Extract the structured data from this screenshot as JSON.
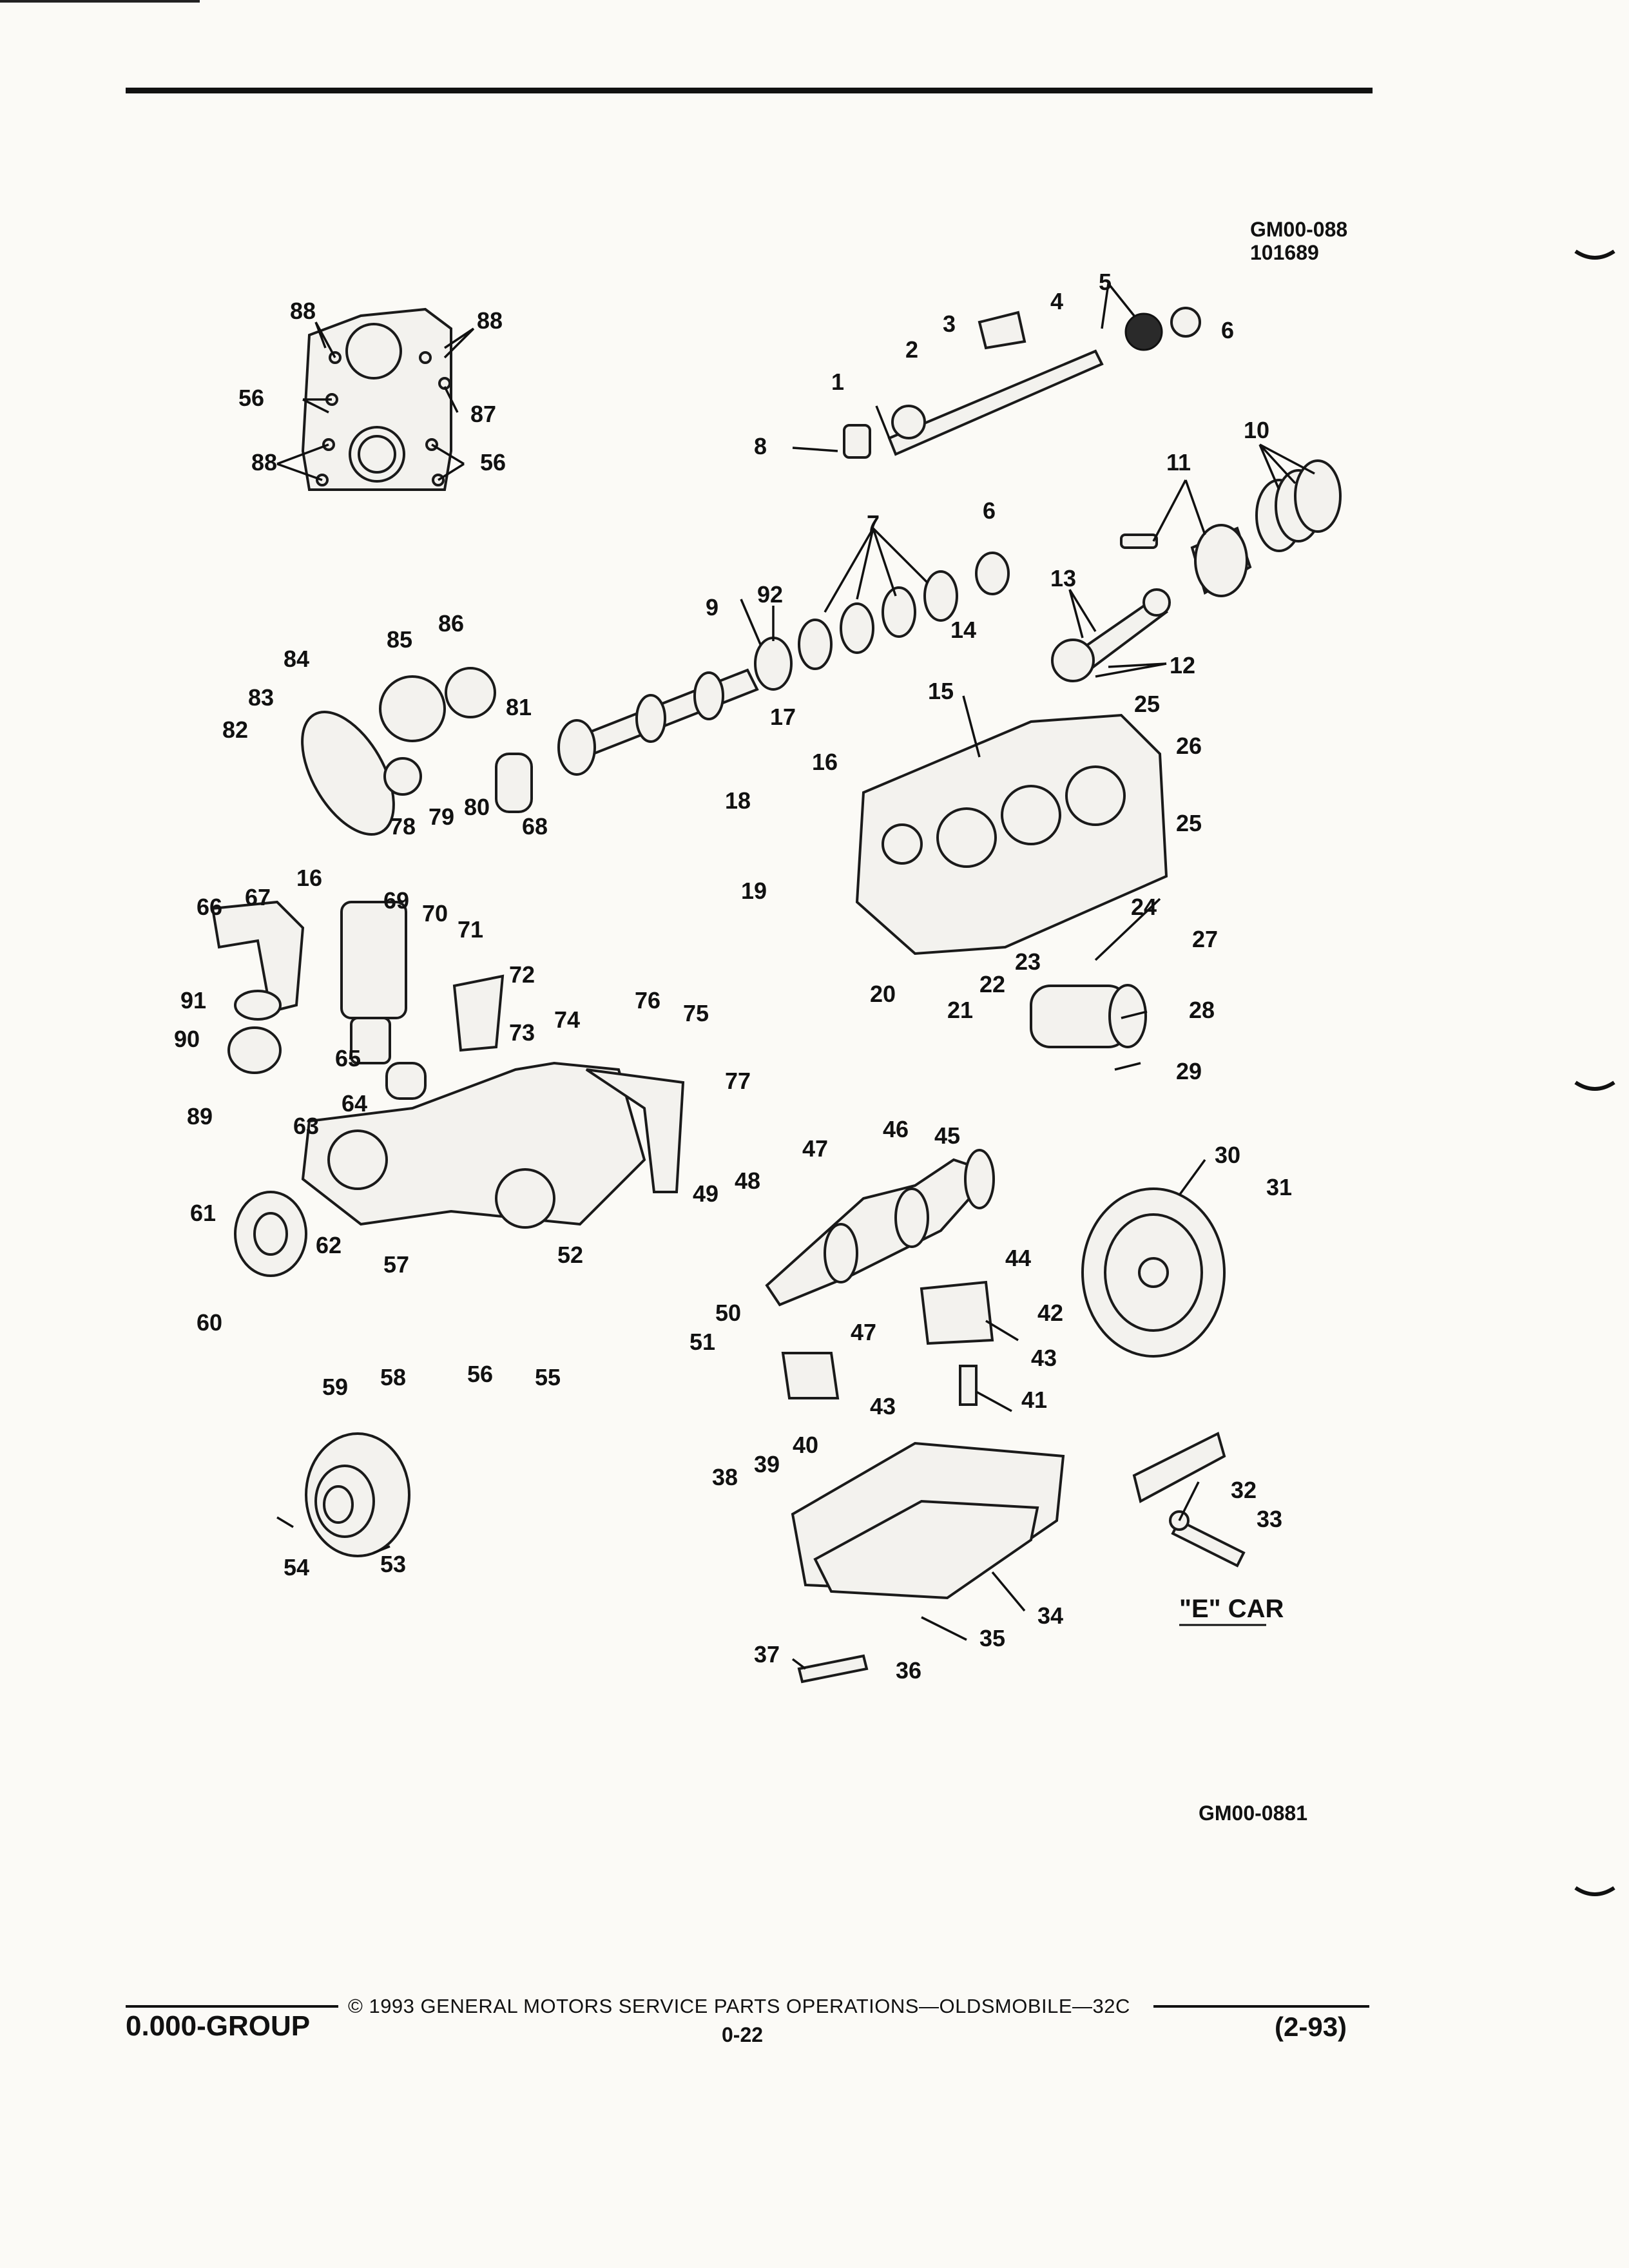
{
  "header": {
    "ref_code": "GM00-088",
    "ref_number": "101689"
  },
  "diagram": {
    "bottom_ref": "GM00-0881",
    "variant_label": "\"E\" CAR",
    "callouts": [
      {
        "id": 1,
        "text": "1"
      },
      {
        "id": 2,
        "text": "2"
      },
      {
        "id": 3,
        "text": "3"
      },
      {
        "id": 4,
        "text": "4"
      },
      {
        "id": 5,
        "text": "5"
      },
      {
        "id": 6,
        "text": "6"
      },
      {
        "id": 61,
        "text": "6"
      },
      {
        "id": 7,
        "text": "7"
      },
      {
        "id": 8,
        "text": "8"
      },
      {
        "id": 9,
        "text": "9"
      },
      {
        "id": 10,
        "text": "10"
      },
      {
        "id": 11,
        "text": "11"
      },
      {
        "id": 12,
        "text": "12"
      },
      {
        "id": 13,
        "text": "13"
      },
      {
        "id": 14,
        "text": "14"
      },
      {
        "id": 15,
        "text": "15"
      },
      {
        "id": 16,
        "text": "16"
      },
      {
        "id": 161,
        "text": "16"
      },
      {
        "id": 17,
        "text": "17"
      },
      {
        "id": 18,
        "text": "18"
      },
      {
        "id": 19,
        "text": "19"
      },
      {
        "id": 20,
        "text": "20"
      },
      {
        "id": 21,
        "text": "21"
      },
      {
        "id": 22,
        "text": "22"
      },
      {
        "id": 23,
        "text": "23"
      },
      {
        "id": 24,
        "text": "24"
      },
      {
        "id": 25,
        "text": "25"
      },
      {
        "id": 251,
        "text": "25"
      },
      {
        "id": 26,
        "text": "26"
      },
      {
        "id": 27,
        "text": "27"
      },
      {
        "id": 28,
        "text": "28"
      },
      {
        "id": 29,
        "text": "29"
      },
      {
        "id": 30,
        "text": "30"
      },
      {
        "id": 31,
        "text": "31"
      },
      {
        "id": 32,
        "text": "32"
      },
      {
        "id": 33,
        "text": "33"
      },
      {
        "id": 34,
        "text": "34"
      },
      {
        "id": 35,
        "text": "35"
      },
      {
        "id": 36,
        "text": "36"
      },
      {
        "id": 37,
        "text": "37"
      },
      {
        "id": 38,
        "text": "38"
      },
      {
        "id": 39,
        "text": "39"
      },
      {
        "id": 40,
        "text": "40"
      },
      {
        "id": 41,
        "text": "41"
      },
      {
        "id": 42,
        "text": "42"
      },
      {
        "id": 43,
        "text": "43"
      },
      {
        "id": 431,
        "text": "43"
      },
      {
        "id": 44,
        "text": "44"
      },
      {
        "id": 45,
        "text": "45"
      },
      {
        "id": 46,
        "text": "46"
      },
      {
        "id": 47,
        "text": "47"
      },
      {
        "id": 471,
        "text": "47"
      },
      {
        "id": 48,
        "text": "48"
      },
      {
        "id": 49,
        "text": "49"
      },
      {
        "id": 50,
        "text": "50"
      },
      {
        "id": 51,
        "text": "51"
      },
      {
        "id": 52,
        "text": "52"
      },
      {
        "id": 53,
        "text": "53"
      },
      {
        "id": 54,
        "text": "54"
      },
      {
        "id": 55,
        "text": "55"
      },
      {
        "id": 56,
        "text": "56"
      },
      {
        "id": 561,
        "text": "56"
      },
      {
        "id": 562,
        "text": "56"
      },
      {
        "id": 57,
        "text": "57"
      },
      {
        "id": 58,
        "text": "58"
      },
      {
        "id": 59,
        "text": "59"
      },
      {
        "id": 60,
        "text": "60"
      },
      {
        "id": 611,
        "text": "61"
      },
      {
        "id": 62,
        "text": "62"
      },
      {
        "id": 63,
        "text": "63"
      },
      {
        "id": 64,
        "text": "64"
      },
      {
        "id": 65,
        "text": "65"
      },
      {
        "id": 66,
        "text": "66"
      },
      {
        "id": 67,
        "text": "67"
      },
      {
        "id": 68,
        "text": "68"
      },
      {
        "id": 69,
        "text": "69"
      },
      {
        "id": 70,
        "text": "70"
      },
      {
        "id": 71,
        "text": "71"
      },
      {
        "id": 72,
        "text": "72"
      },
      {
        "id": 73,
        "text": "73"
      },
      {
        "id": 74,
        "text": "74"
      },
      {
        "id": 75,
        "text": "75"
      },
      {
        "id": 76,
        "text": "76"
      },
      {
        "id": 77,
        "text": "77"
      },
      {
        "id": 78,
        "text": "78"
      },
      {
        "id": 79,
        "text": "79"
      },
      {
        "id": 80,
        "text": "80"
      },
      {
        "id": 81,
        "text": "81"
      },
      {
        "id": 82,
        "text": "82"
      },
      {
        "id": 83,
        "text": "83"
      },
      {
        "id": 84,
        "text": "84"
      },
      {
        "id": 85,
        "text": "85"
      },
      {
        "id": 86,
        "text": "86"
      },
      {
        "id": 87,
        "text": "87"
      },
      {
        "id": 88,
        "text": "88"
      },
      {
        "id": 881,
        "text": "88"
      },
      {
        "id": 882,
        "text": "88"
      },
      {
        "id": 89,
        "text": "89"
      },
      {
        "id": 90,
        "text": "90"
      },
      {
        "id": 91,
        "text": "91"
      },
      {
        "id": 92,
        "text": "92"
      }
    ]
  },
  "footer": {
    "copyright": "© 1993 GENERAL MOTORS SERVICE PARTS OPERATIONS—OLDSMOBILE—32C",
    "group": "0.000-GROUP",
    "page": "0-22",
    "date_code": "(2-93)"
  }
}
